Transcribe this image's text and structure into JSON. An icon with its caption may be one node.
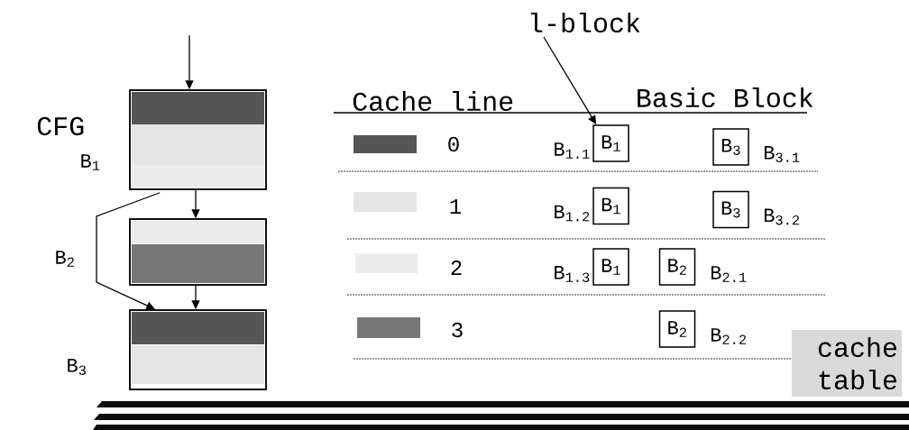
{
  "diagram": {
    "nodes": [
      {
        "text": [
          "B$_{1}$"
        ]
      },
      {
        "text": [
          "B$_{2}$"
        ]
      },
      {
        "text": [
          "B$_{3}$"
        ]
      },
      {
        "text": [
          "l-block"
        ]
      },
      {
        "text": [
          "B$_{1}$"
        ],
        "beside": [
          "B$_{1.1}$"
        ]
      },
      {
        "text": [
          "B$_{3}$"
        ],
        "beside": [
          "B$_{3.1}$"
        ]
      },
      {
        "text": [
          "B$_{1}$"
        ],
        "beside": [
          "B$_{1.2}$"
        ]
      },
      {
        "text": [
          "B$_{3}$"
        ],
        "beside": [
          "B$_{3.2}$"
        ]
      },
      {
        "text": [
          "B$_{1}$"
        ],
        "beside": [
          "B$_{1.3}$"
        ]
      },
      {
        "text": [
          "B$_{2}$"
        ],
        "beside": [
          "B$_{2.1}$"
        ]
      },
      {
        "text": [
          "B$_{2}$"
        ],
        "beside": [
          "B$_{2.2}$"
        ]
      },
      {
        "text": [
          "cache table"
        ]
      }
    ],
    "edges": [
      {
        "from": null,
        "to": 0,
        "arrow": "to"
      },
      {
        "from": 0,
        "to": 1,
        "arrow": "to"
      },
      {
        "from": 1,
        "to": 2,
        "arrow": "to"
      },
      {
        "from": 0,
        "to": 2,
        "arrow": "to"
      },
      {
        "from": 3,
        "to": 4,
        "arrow": "to"
      }
    ],
    "labels": [
      "CFG",
      "Cache line",
      "Basic Block"
    ],
    "legend": [
      {
        "text": "0",
        "color": "#555555"
      },
      {
        "text": "1",
        "color": "#e5e5e5"
      },
      {
        "text": "2",
        "color": "#ebebeb"
      },
      {
        "text": "3",
        "color": "#777777"
      }
    ]
  }
}
